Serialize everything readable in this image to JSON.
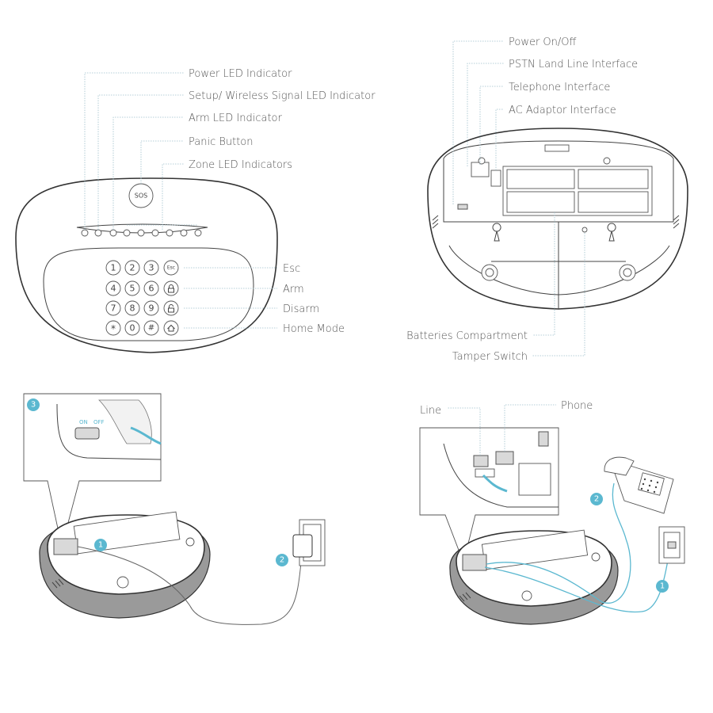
{
  "front_panel": {
    "labels": [
      "Power LED Indicator",
      "Setup/ Wireless Signal LED Indicator",
      "Arm LED Indicator",
      "Panic Button",
      "Zone LED Indicators"
    ],
    "panic_button_text": "SOS",
    "side_labels": [
      "Esc",
      "Arm",
      "Disarm",
      "Home Mode"
    ],
    "keypad": [
      [
        "1",
        "2",
        "3",
        "Esc"
      ],
      [
        "4",
        "5",
        "6",
        "🔒"
      ],
      [
        "7",
        "8",
        "9",
        "🔓"
      ],
      [
        "*",
        "0",
        "#",
        "⌂"
      ]
    ]
  },
  "back_panel": {
    "top_labels": [
      "Power On/Off",
      "PSTN Land Line Interface",
      "Telephone Interface",
      "AC Adaptor Interface"
    ],
    "bottom_labels": [
      "Batteries Compartment",
      "Tamper Switch"
    ]
  },
  "power_setup": {
    "switch_on": "ON",
    "switch_off": "OFF",
    "steps": [
      "3",
      "1",
      "2"
    ]
  },
  "phone_setup": {
    "labels": [
      "Line",
      "Phone"
    ],
    "steps": [
      "2",
      "1"
    ]
  },
  "colors": {
    "accent": "#5bb8d0",
    "outline": "#333333",
    "leader": "#9fc0cc",
    "text": "#555555"
  },
  "icons": [
    "power-led-icon",
    "signal-icon",
    "arm-led-icon",
    "zone-led-icon",
    "lock-icon",
    "unlock-icon",
    "home-icon",
    "sos-icon",
    "plug-icon",
    "telephone-icon",
    "wall-socket-icon"
  ]
}
